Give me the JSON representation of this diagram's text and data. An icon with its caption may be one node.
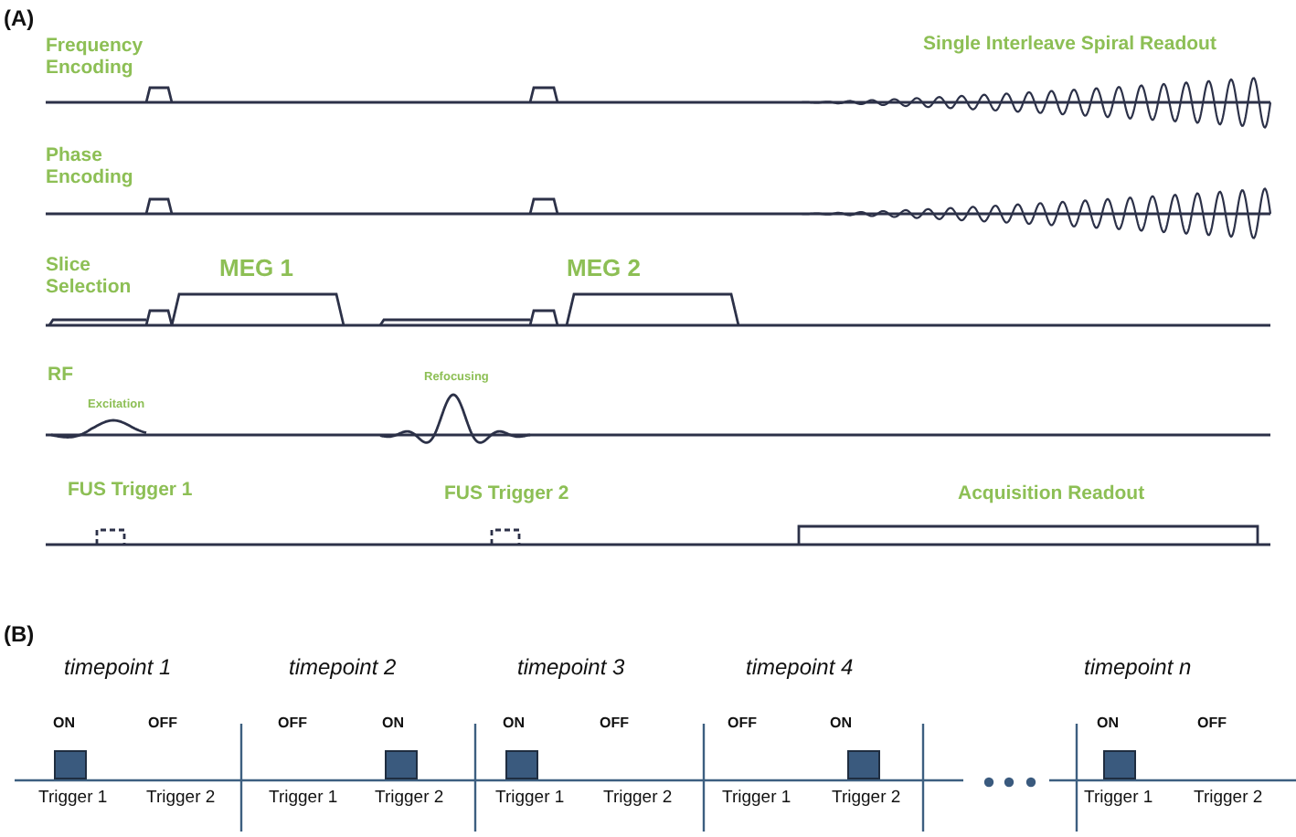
{
  "diagram": {
    "labels": [
      "(A)",
      "Frequency Encoding",
      "Single Interleave Spiral Readout",
      "Phase Encoding",
      "Slice Selection",
      "MEG 1",
      "MEG 2",
      "RF",
      "Refocusing",
      "Excitation",
      "FUS Trigger 1",
      "FUS Trigger 2",
      "Acquisition Readout",
      "(B)",
      "timepoint 1",
      "timepoint 2",
      "timepoint 3",
      "timepoint 4",
      "timepoint n",
      "ON",
      "OFF",
      "OFF",
      "ON",
      "ON",
      "OFF",
      "OFF",
      "ON",
      "ON",
      "OFF",
      "Trigger 1",
      "Trigger 2",
      "Trigger 1",
      "Trigger 2",
      "Trigger 1",
      "Trigger 2",
      "Trigger 1",
      "Trigger 2",
      "Trigger 1",
      "Trigger 2"
    ]
  }
}
